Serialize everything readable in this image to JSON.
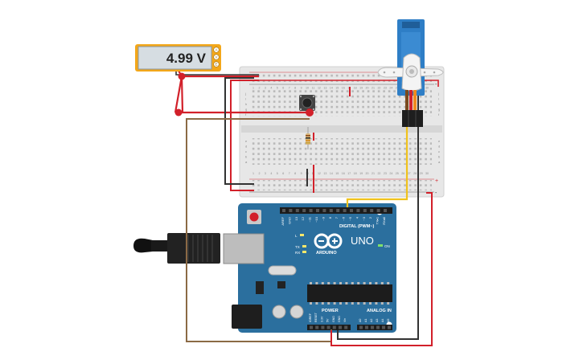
{
  "multimeter": {
    "reading": "4.99 V",
    "terminals": [
      "A",
      "V",
      "E"
    ]
  },
  "breadboard": {
    "column_numbers": [
      "1",
      "2",
      "3",
      "4",
      "5",
      "6",
      "7",
      "8",
      "9",
      "10",
      "11",
      "12",
      "13",
      "14",
      "15",
      "16",
      "17",
      "18",
      "19",
      "20",
      "21",
      "22",
      "23",
      "24",
      "25",
      "26",
      "27",
      "28",
      "29",
      "30"
    ],
    "row_letters_top": [
      "j",
      "i",
      "h",
      "g",
      "f"
    ],
    "row_letters_bottom": [
      "e",
      "d",
      "c",
      "b",
      "a"
    ],
    "rail_plus": "+",
    "rail_minus": "-"
  },
  "arduino": {
    "brand": "ARDUINO",
    "model": "UNO",
    "digital_header": "DIGITAL (PWM~)",
    "power_header": "POWER",
    "analog_header": "ANALOG IN",
    "on_label": "ON",
    "tx_label": "TX",
    "rx_label": "RX",
    "l_label": "L",
    "digital_pins": [
      "AREF",
      "GND",
      "13",
      "12",
      "~11",
      "~10",
      "~9",
      "8",
      "7",
      "~6",
      "~5",
      "4",
      "~3",
      "2",
      "TX▸1",
      "RX◂0"
    ],
    "power_pins": [
      "IOREF",
      "RESET",
      "3.3V",
      "5V",
      "GND",
      "GND",
      "Vin"
    ],
    "analog_pins": [
      "A0",
      "A1",
      "A2",
      "A3",
      "A4",
      "A5"
    ]
  },
  "colors": {
    "arduino_blue": "#2b6f9e",
    "wire_red": "#d2202a",
    "wire_black": "#333333",
    "wire_brown": "#8b6a45",
    "wire_yellow": "#f0c21c",
    "multimeter_frame": "#f3a71a",
    "servo_blue": "#2e7ec6"
  }
}
